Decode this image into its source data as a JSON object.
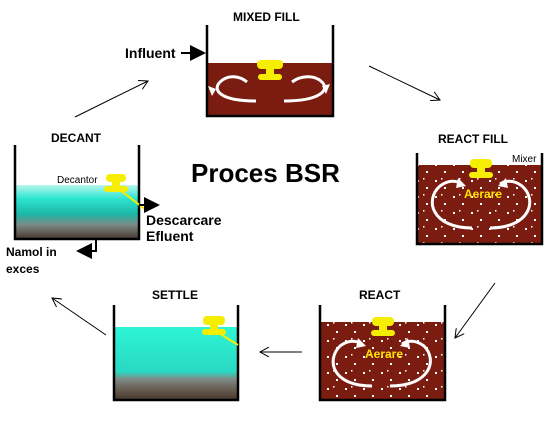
{
  "title": "Proces BSR",
  "stages": {
    "mixed_fill": "MIXED FILL",
    "react_fill": "REACT FILL",
    "react": "REACT",
    "settle": "SETTLE",
    "decant": "DECANT"
  },
  "annotations": {
    "influent": "Influent",
    "mixer": "Mixer",
    "aerare_1": "Aerare",
    "aerare_2": "Aerare",
    "decantor": "Decantor",
    "descarcare_line1": "Descarcare",
    "descarcare_line2": "Efluent",
    "namol_line1": "Namol in",
    "namol_line2": "exces"
  },
  "colors": {
    "sludge": "#7a1d10",
    "clear_water": "#2ee6c8",
    "equipment": "#f6ee00",
    "arrow": "#000000"
  },
  "icons": [
    "mixer-icon",
    "decanter-icon"
  ]
}
